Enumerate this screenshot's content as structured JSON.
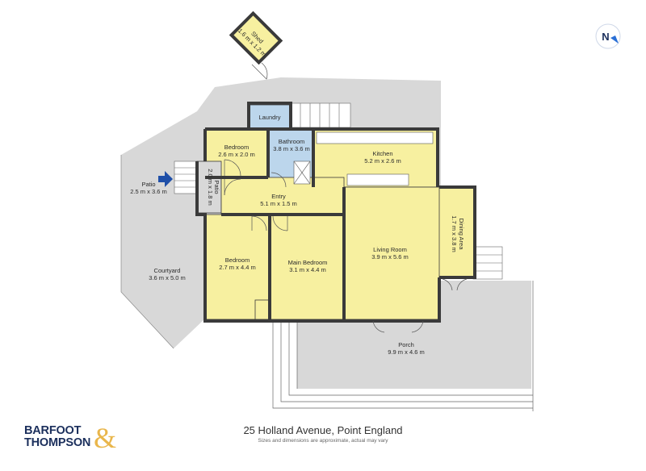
{
  "rooms": [
    {
      "id": "shed",
      "name": "Shed",
      "dims": "1.6 m x 1.2 m"
    },
    {
      "id": "laundry",
      "name": "Laundry",
      "dims": ""
    },
    {
      "id": "bathroom",
      "name": "Bathroom",
      "dims": "3.8 m x 3.6 m"
    },
    {
      "id": "bedroom1",
      "name": "Bedroom",
      "dims": "2.6 m x 2.0 m"
    },
    {
      "id": "kitchen",
      "name": "Kitchen",
      "dims": "5.2 m x 2.6 m"
    },
    {
      "id": "patio",
      "name": "Patio",
      "dims": "2.5 m x 3.6 m"
    },
    {
      "id": "patio2",
      "name": "Patio",
      "dims": "2.0 m x 1.8 m"
    },
    {
      "id": "entry",
      "name": "Entry",
      "dims": "5.1 m x 1.5 m"
    },
    {
      "id": "dining",
      "name": "Dining Area",
      "dims": "1.7 m x 3.8 m"
    },
    {
      "id": "living",
      "name": "Living Room",
      "dims": "3.9 m x 5.6 m"
    },
    {
      "id": "bedroom2",
      "name": "Bedroom",
      "dims": "2.7 m x 4.4 m"
    },
    {
      "id": "main_bedroom",
      "name": "Main Bedroom",
      "dims": "3.1 m x 4.4 m"
    },
    {
      "id": "courtyard",
      "name": "Courtyard",
      "dims": "3.6 m x 5.0 m"
    },
    {
      "id": "porch",
      "name": "Porch",
      "dims": "9.9 m x 4.6 m"
    }
  ],
  "compass": {
    "label": "N"
  },
  "footer": {
    "address": "25 Holland Avenue, Point England",
    "disclaimer": "Sizes and dimensions are approximate, actual may vary"
  },
  "logo": {
    "line1": "BARFOOT",
    "line2": "THOMPSON",
    "amp": "&"
  },
  "colors": {
    "room": "#f7f0a0",
    "wet": "#bcd6ec",
    "outdoor": "#d8d8d8",
    "wall": "#3a3a3a",
    "brand": "#1b2f5c",
    "brand_accent": "#e9b64b",
    "arrow": "#1f4fa8"
  }
}
